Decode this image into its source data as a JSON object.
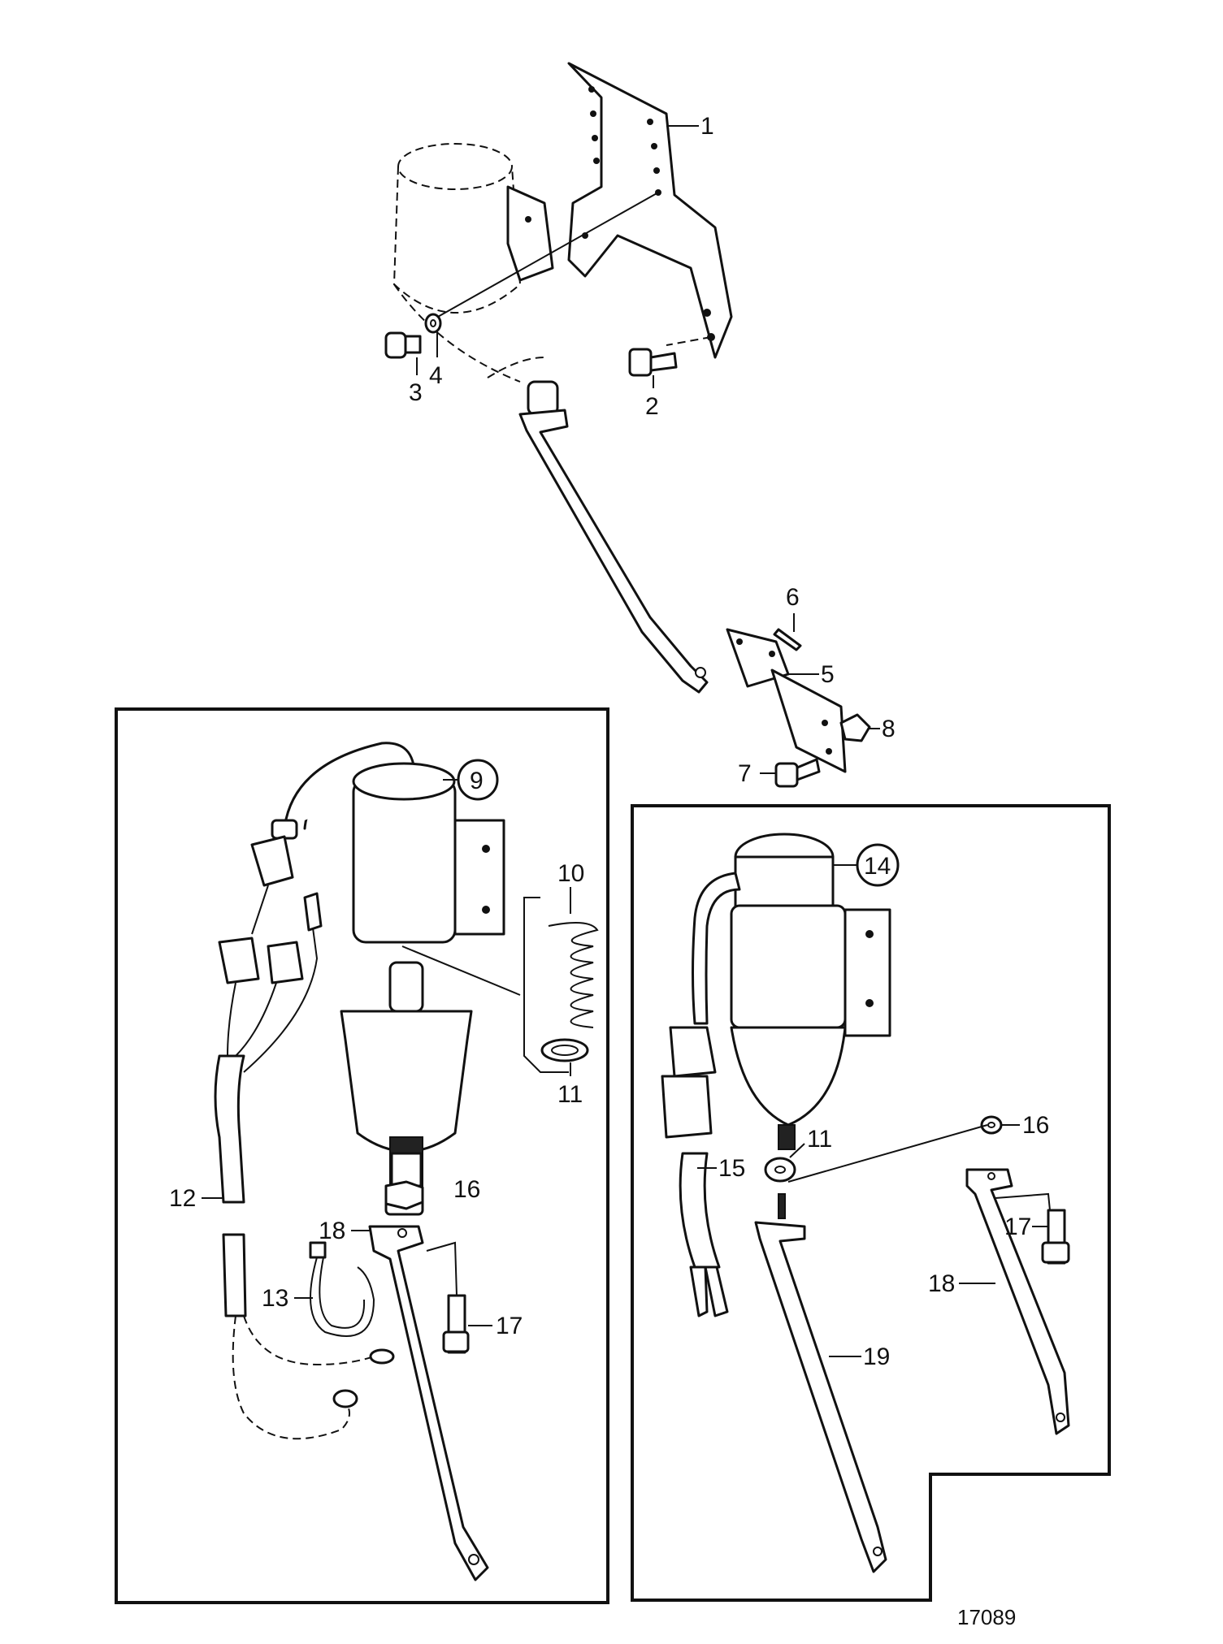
{
  "diagram": {
    "document_number": "17089",
    "callouts": [
      {
        "id": "c1",
        "label": "1"
      },
      {
        "id": "c2",
        "label": "2"
      },
      {
        "id": "c3",
        "label": "3"
      },
      {
        "id": "c4",
        "label": "4"
      },
      {
        "id": "c5",
        "label": "5"
      },
      {
        "id": "c6",
        "label": "6"
      },
      {
        "id": "c7",
        "label": "7"
      },
      {
        "id": "c8",
        "label": "8"
      },
      {
        "id": "c9",
        "label": "9",
        "circled": true
      },
      {
        "id": "c10",
        "label": "10"
      },
      {
        "id": "c11a",
        "label": "11"
      },
      {
        "id": "c12",
        "label": "12"
      },
      {
        "id": "c13",
        "label": "13"
      },
      {
        "id": "c16a",
        "label": "16"
      },
      {
        "id": "c17a",
        "label": "17"
      },
      {
        "id": "c18a",
        "label": "18"
      },
      {
        "id": "c14",
        "label": "14",
        "circled": true
      },
      {
        "id": "c11b",
        "label": "11"
      },
      {
        "id": "c15",
        "label": "15"
      },
      {
        "id": "c16b",
        "label": "16"
      },
      {
        "id": "c17b",
        "label": "17"
      },
      {
        "id": "c18b",
        "label": "18"
      },
      {
        "id": "c19",
        "label": "19"
      }
    ]
  },
  "colors": {
    "line": "#111111",
    "background": "#ffffff"
  }
}
